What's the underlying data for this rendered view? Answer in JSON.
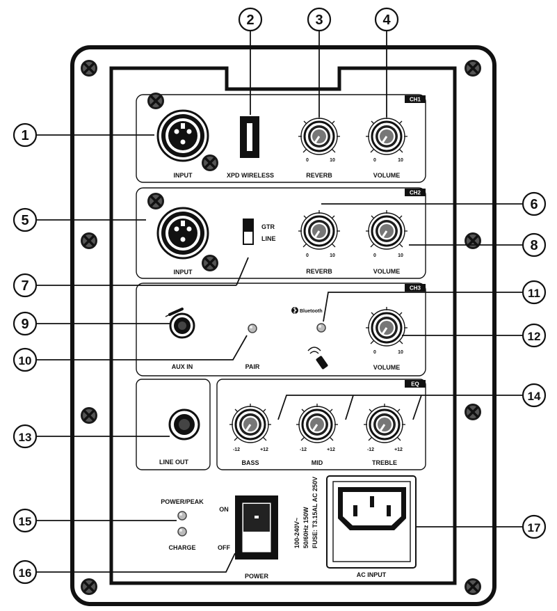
{
  "channels": {
    "ch1": {
      "tag": "CH1",
      "input_label": "INPUT",
      "wireless_label": "XPD WIRELESS",
      "reverb_label": "REVERB",
      "volume_label": "VOLUME",
      "scale_min": "0",
      "scale_max": "10"
    },
    "ch2": {
      "tag": "CH2",
      "input_label": "INPUT",
      "switch_top": "GTR",
      "switch_bottom": "LINE",
      "reverb_label": "REVERB",
      "volume_label": "VOLUME",
      "scale_min": "0",
      "scale_max": "10"
    },
    "ch3": {
      "tag": "CH3",
      "aux_label": "AUX IN",
      "pair_label": "PAIR",
      "bluetooth_label": "Bluetooth",
      "volume_label": "VOLUME",
      "scale_min": "0",
      "scale_max": "10"
    }
  },
  "line_out": {
    "label": "LINE OUT"
  },
  "eq": {
    "tag": "EQ",
    "bass_label": "BASS",
    "mid_label": "MID",
    "treble_label": "TREBLE",
    "scale_min": "-12",
    "scale_max": "+12"
  },
  "power": {
    "power_peak_label": "POWER/PEAK",
    "charge_label": "CHARGE",
    "on_label": "ON",
    "off_label": "OFF",
    "switch_label": "POWER"
  },
  "rating": {
    "line1": "100-240V~",
    "line2": "50/60Hz 150W",
    "line3": "FUSE: T3.15AL AC 250V"
  },
  "ac_input": {
    "label": "AC INPUT"
  },
  "callouts": [
    "1",
    "2",
    "3",
    "4",
    "5",
    "6",
    "7",
    "8",
    "9",
    "10",
    "11",
    "12",
    "13",
    "14",
    "15",
    "16",
    "17"
  ],
  "icons": [
    "screw-icon",
    "combo-jack-icon",
    "knob-icon",
    "usb-port-icon",
    "toggle-switch-icon",
    "jack-icon",
    "led-icon",
    "bluetooth-icon",
    "rocker-switch-icon",
    "iec-socket-icon",
    "plug-icon",
    "remote-icon"
  ]
}
